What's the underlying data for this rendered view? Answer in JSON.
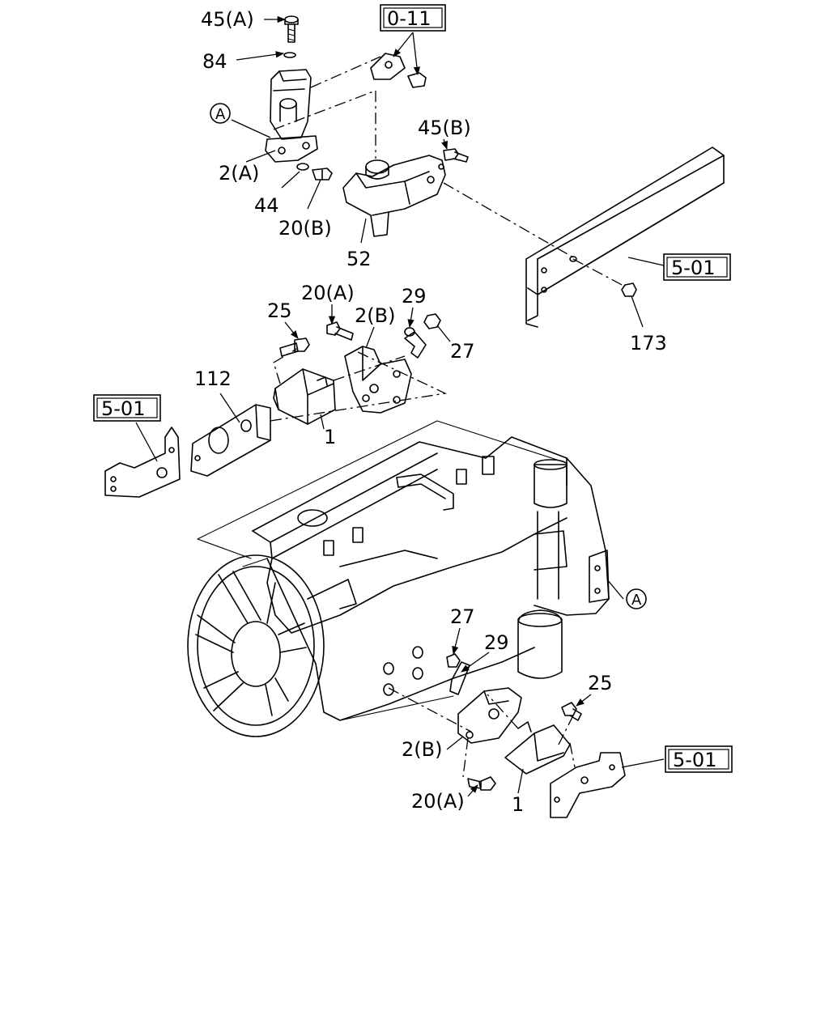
{
  "callouts": {
    "c_45a": "45(A)",
    "c_84": "84",
    "c_0_11": "0-11",
    "c_a_top": "A",
    "c_2a": "2(A)",
    "c_44": "44",
    "c_20b": "20(B)",
    "c_45b": "45(B)",
    "c_52": "52",
    "c_5_01_right": "5-01",
    "c_173": "173",
    "c_20a_top": "20(A)",
    "c_29_top": "29",
    "c_25_top": "25",
    "c_2b_top": "2(B)",
    "c_27_top": "27",
    "c_112": "112",
    "c_1_top": "1",
    "c_5_01_left": "5-01",
    "c_a_right": "A",
    "c_27_bottom": "27",
    "c_29_bottom": "29",
    "c_25_bottom": "25",
    "c_2b_bottom": "2(B)",
    "c_20a_bottom": "20(A)",
    "c_1_bottom": "1",
    "c_5_01_bottom": "5-01"
  }
}
